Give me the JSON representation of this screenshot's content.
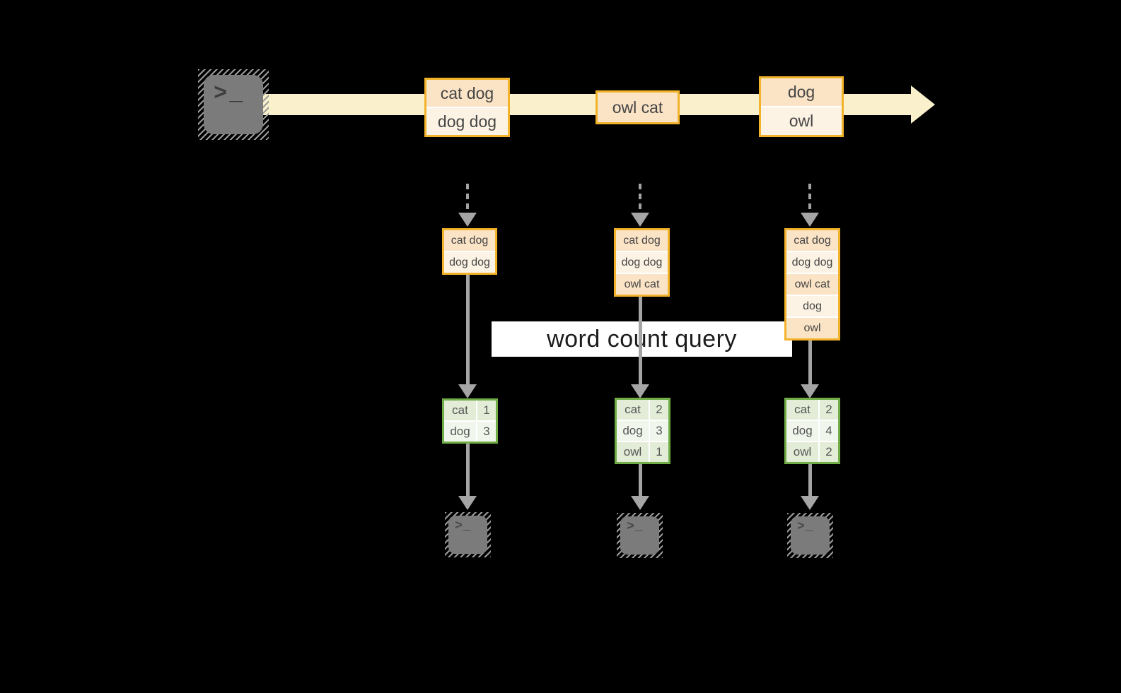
{
  "diagram": {
    "query_label": "word count query",
    "terminal_glyph": ">_"
  },
  "stream_events": [
    {
      "cells": [
        "cat dog",
        "dog dog"
      ]
    },
    {
      "cells": [
        "owl cat"
      ]
    },
    {
      "cells": [
        "dog",
        "owl"
      ]
    }
  ],
  "columns": [
    {
      "state_cells": [
        "cat dog",
        "dog dog"
      ],
      "count_rows": [
        {
          "word": "cat",
          "count": "1"
        },
        {
          "word": "dog",
          "count": "3"
        }
      ]
    },
    {
      "state_cells": [
        "cat dog",
        "dog dog",
        "owl cat"
      ],
      "count_rows": [
        {
          "word": "cat",
          "count": "2"
        },
        {
          "word": "dog",
          "count": "3"
        },
        {
          "word": "owl",
          "count": "1"
        }
      ]
    },
    {
      "state_cells": [
        "cat dog",
        "dog dog",
        "owl cat",
        "dog",
        "owl"
      ],
      "count_rows": [
        {
          "word": "cat",
          "count": "2"
        },
        {
          "word": "dog",
          "count": "4"
        },
        {
          "word": "owl",
          "count": "2"
        }
      ]
    }
  ],
  "colors": {
    "background": "#000000",
    "stream_arrow": "#faf0cc",
    "event_border": "#f2b229",
    "cell_peach": "#fbe3c6",
    "cell_cream": "#fdf3e4",
    "table_border": "#70ad47",
    "row_green": "#e2ecd7",
    "row_light": "#f1f6ec",
    "connector_grey": "#a5a5a5",
    "terminal_grey": "#7b7b7b",
    "query_band": "#ffffff"
  }
}
